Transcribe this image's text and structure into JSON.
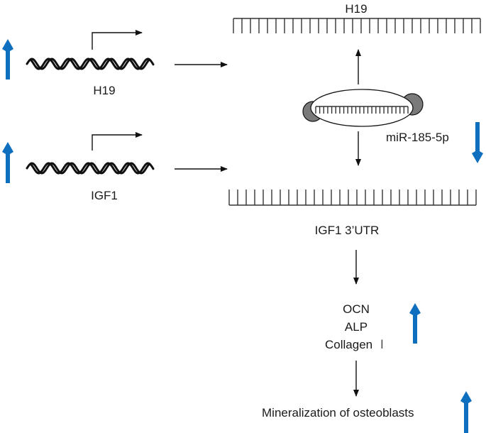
{
  "colors": {
    "ink": "#111111",
    "up_down_arrow": "#0e6fbf",
    "cap_gray": "#7a7a7a"
  },
  "genes": [
    {
      "name": "H19",
      "label": "H19",
      "regulation": "up"
    },
    {
      "name": "IGF1",
      "label": "IGF1",
      "regulation": "up"
    }
  ],
  "transcripts": {
    "h19_rna": {
      "label": "H19"
    },
    "igf1_utr": {
      "label": "IGF1 3’UTR"
    }
  },
  "mirna": {
    "label": "miR-185-5p",
    "regulation": "down"
  },
  "markers": {
    "items": [
      "OCN",
      "ALP",
      "Collagen"
    ],
    "collagen_suffix": "Ⅰ",
    "regulation": "up"
  },
  "outcome": {
    "label": "Mineralization of osteoblasts",
    "regulation": "up"
  },
  "icons": {
    "up": "blue-up-arrow",
    "down": "blue-down-arrow",
    "dna": "double-helix",
    "promoter": "bent-promoter-arrow"
  }
}
